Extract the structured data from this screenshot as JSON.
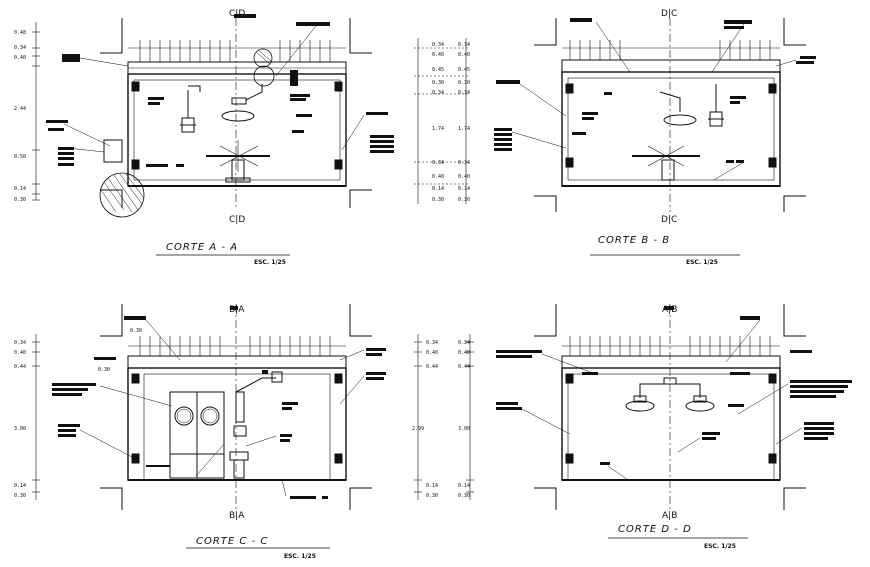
{
  "sections": [
    {
      "id": "a",
      "title": "CORTE  A  -  A",
      "scale": "ESC. 1/25",
      "cut_top": "C|D",
      "cut_bottom": "C|D",
      "dims_left": [
        "0.48",
        "0.34",
        "0.40",
        "2.44",
        "0.50",
        "0.14",
        "0.30"
      ]
    },
    {
      "id": "b",
      "title": "CORTE  B  -  B",
      "scale": "ESC. 1/25",
      "cut_top": "D|C",
      "cut_bottom": "D|C",
      "dims_left": [
        "0.34",
        "0.40",
        "0.45",
        "0.30",
        "0.34",
        "1.74",
        "0.34",
        "0.40",
        "0.14",
        "0.30"
      ],
      "dims_right": [
        "0.34",
        "0.40",
        "0.45",
        "0.30",
        "0.34",
        "1.74",
        "0.34",
        "0.40",
        "0.14",
        "0.30"
      ]
    },
    {
      "id": "c",
      "title": "CORTE  C  -  C",
      "scale": "ESC. 1/25",
      "cut_top": "B|A",
      "cut_bottom": "B|A",
      "dims_left": [
        "0.34",
        "0.40",
        "0.44",
        "3.00",
        "0.14",
        "0.30"
      ],
      "dims_right": [
        "0.34",
        "0.40",
        "0.44",
        "2.99",
        "0.14",
        "0.30"
      ],
      "tag_top": "0.30",
      "tag_mid": "0.30"
    },
    {
      "id": "d",
      "title": "CORTE  D  -  D",
      "scale": "ESC. 1/25",
      "cut_top": "A|B",
      "cut_bottom": "A|B",
      "dims_left": [
        "0.34",
        "0.40",
        "0.44",
        "3.00",
        "0.14",
        "0.30"
      ]
    }
  ]
}
